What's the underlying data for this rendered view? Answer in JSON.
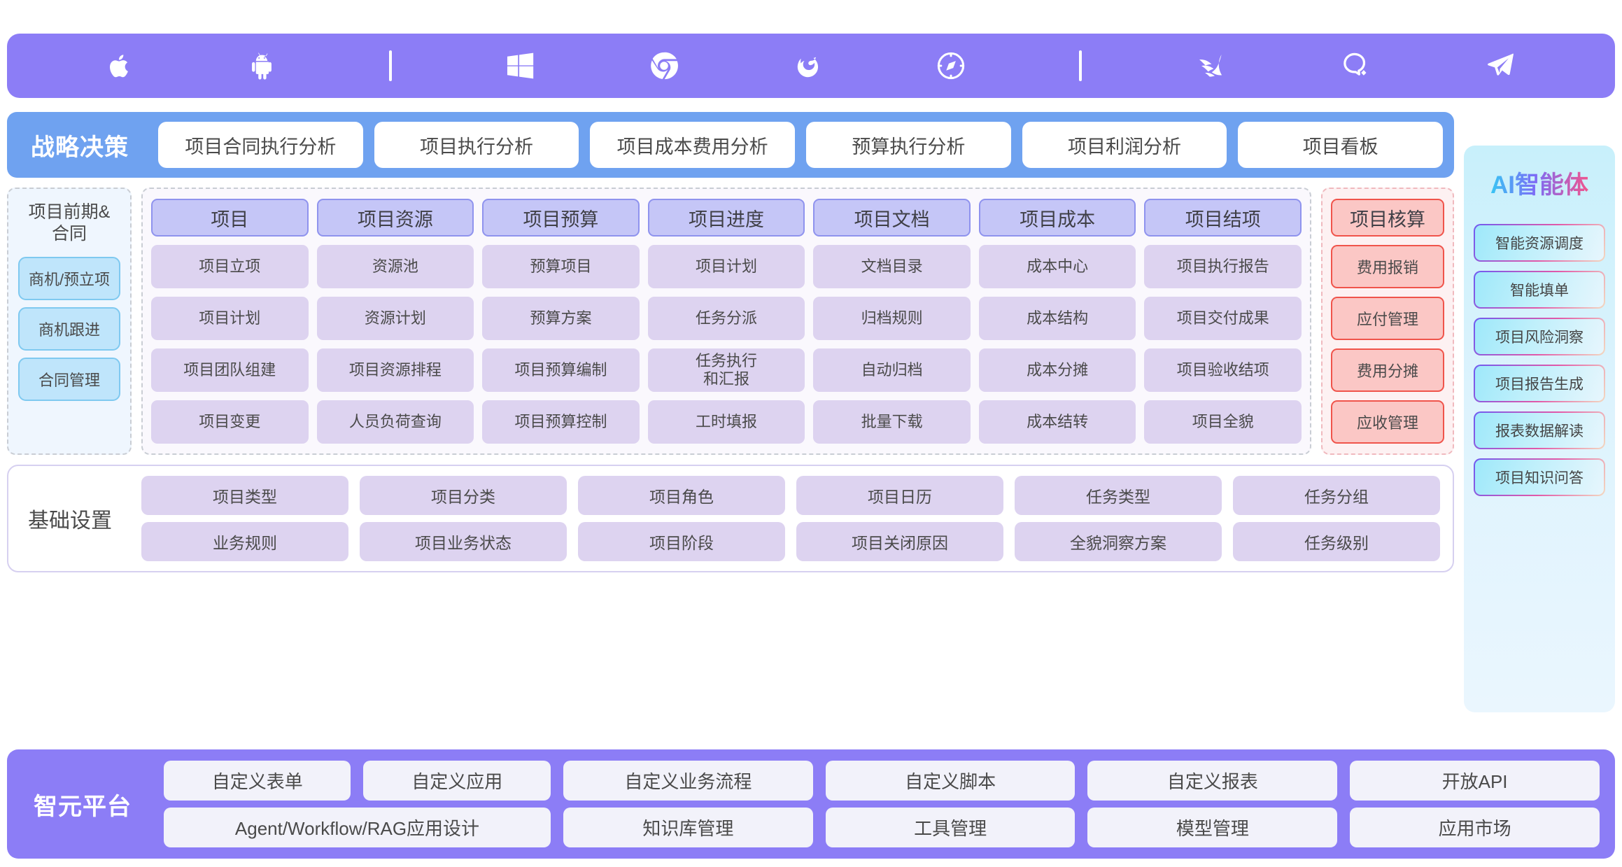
{
  "topbar": {
    "icons": [
      {
        "name": "apple-icon",
        "label": "Apple"
      },
      {
        "name": "android-icon",
        "label": "Android"
      },
      {
        "name": "divider",
        "label": "|"
      },
      {
        "name": "windows-icon",
        "label": "Windows"
      },
      {
        "name": "chrome-icon",
        "label": "Chrome"
      },
      {
        "name": "firefox-icon",
        "label": "Firefox"
      },
      {
        "name": "safari-icon",
        "label": "Safari"
      },
      {
        "name": "divider",
        "label": "|"
      },
      {
        "name": "feishu-icon",
        "label": "Feishu"
      },
      {
        "name": "dingtalk-icon",
        "label": "DingTalk"
      },
      {
        "name": "wecom-icon",
        "label": "WeCom"
      }
    ],
    "color": "#8C7DF6"
  },
  "strategy": {
    "title": "战略决策",
    "color": "#6FA2F0",
    "chips": [
      "项目合同执行分析",
      "项目执行分析",
      "项目成本费用分析",
      "预算执行分析",
      "项目利润分析",
      "项目看板"
    ]
  },
  "ai_panel": {
    "title": "AI智能体",
    "items": [
      "智能资源调度",
      "智能填单",
      "项目风险洞察",
      "项目报告生成",
      "报表数据解读",
      "项目知识问答"
    ]
  },
  "pre_contract": {
    "title": "项目前期&\n合同",
    "items": [
      "商机/预立项",
      "商机跟进",
      "合同管理"
    ]
  },
  "matrix": {
    "columns": [
      {
        "head": "项目",
        "cells": [
          "项目立项",
          "项目计划",
          "项目团队组建",
          "项目变更"
        ]
      },
      {
        "head": "项目资源",
        "cells": [
          "资源池",
          "资源计划",
          "项目资源排程",
          "人员负荷查询"
        ]
      },
      {
        "head": "项目预算",
        "cells": [
          "预算项目",
          "预算方案",
          "项目预算编制",
          "项目预算控制"
        ]
      },
      {
        "head": "项目进度",
        "cells": [
          "项目计划",
          "任务分派",
          "任务执行\n和汇报",
          "工时填报"
        ]
      },
      {
        "head": "项目文档",
        "cells": [
          "文档目录",
          "归档规则",
          "自动归档",
          "批量下载"
        ]
      },
      {
        "head": "项目成本",
        "cells": [
          "成本中心",
          "成本结构",
          "成本分摊",
          "成本结转"
        ]
      },
      {
        "head": "项目结项",
        "cells": [
          "项目执行报告",
          "项目交付成果",
          "项目验收结项",
          "项目全貌"
        ]
      }
    ]
  },
  "accounting": {
    "head": "项目核算",
    "cells": [
      "费用报销",
      "应付管理",
      "费用分摊",
      "应收管理"
    ],
    "accent": "#F0544B"
  },
  "base_settings": {
    "title": "基础设置",
    "columns": [
      [
        "项目类型",
        "业务规则"
      ],
      [
        "项目分类",
        "项目业务状态"
      ],
      [
        "项目角色",
        "项目阶段"
      ],
      [
        "项目日历",
        "项目关闭原因"
      ],
      [
        "任务类型",
        "全貌洞察方案"
      ],
      [
        "任务分组",
        "任务级别"
      ]
    ]
  },
  "platform": {
    "title": "智元平台",
    "color": "#8C7DF6",
    "group1": {
      "top": [
        "自定义表单",
        "自定义应用"
      ],
      "bottom": "Agent/Workflow/RAG应用设计"
    },
    "group2": [
      [
        "自定义业务流程",
        "知识库管理"
      ],
      [
        "自定义脚本",
        "工具管理"
      ],
      [
        "自定义报表",
        "模型管理"
      ],
      [
        "开放API",
        "应用市场"
      ]
    ]
  }
}
